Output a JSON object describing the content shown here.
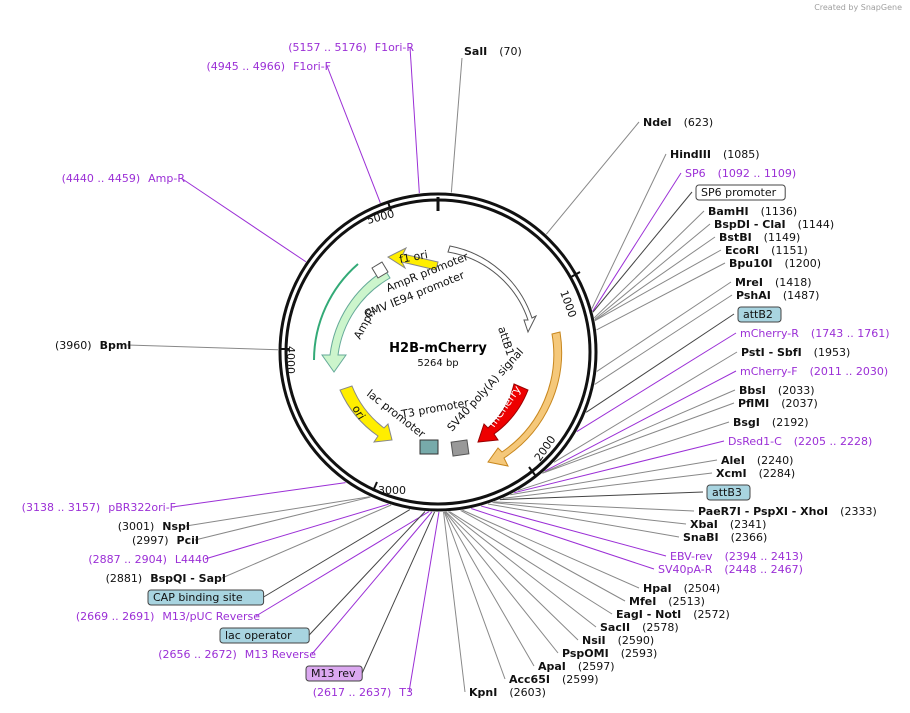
{
  "credit": "Created by SnapGene",
  "plasmid": {
    "name": "H2B-mCherry",
    "size": "5264 bp"
  },
  "ruler": [
    "1000",
    "2000",
    "3000",
    "4000",
    "5000"
  ],
  "features": [
    "f1 ori",
    "AmpR promoter",
    "CMV IE94 promoter",
    "AmpR",
    "ori",
    "lac promoter",
    "T3 promoter",
    "SV40 poly(A) signal",
    "mCherry",
    "attB1"
  ],
  "sites_left": [
    {
      "pre": "",
      "name": "SalI",
      "pos": "(70)",
      "kind": "enz"
    },
    {
      "pre": "(5157 .. 5176)",
      "name": "F1ori-R",
      "kind": "primer"
    },
    {
      "pre": "(4945 .. 4966)",
      "name": "F1ori-F",
      "kind": "primer"
    },
    {
      "pre": "(4440 .. 4459)",
      "name": "Amp-R",
      "kind": "primer"
    },
    {
      "pre": "(3960)",
      "name": "BpmI",
      "kind": "enz"
    },
    {
      "pre": "(3138 .. 3157)",
      "name": "pBR322ori-F",
      "kind": "primer"
    },
    {
      "pre": "(3001)",
      "name": "NspI",
      "kind": "enz"
    },
    {
      "pre": "(2997)",
      "name": "PciI",
      "kind": "enz"
    },
    {
      "pre": "(2887 .. 2904)",
      "name": "L4440",
      "kind": "primer"
    },
    {
      "pre": "(2881)",
      "name": "BspQI - SapI",
      "kind": "enz"
    },
    {
      "pre": "",
      "name": "CAP binding site",
      "kind": "box"
    },
    {
      "pre": "(2669 .. 2691)",
      "name": "M13/pUC Reverse",
      "kind": "primer"
    },
    {
      "pre": "",
      "name": "lac operator",
      "kind": "box"
    },
    {
      "pre": "(2656 .. 2672)",
      "name": "M13 Reverse",
      "kind": "primer"
    },
    {
      "pre": "",
      "name": "M13 rev",
      "kind": "boxp"
    },
    {
      "pre": "(2617 .. 2637)",
      "name": "T3",
      "kind": "primer"
    }
  ],
  "sites_right": [
    {
      "name": "NdeI",
      "pos": "(623)",
      "kind": "enz"
    },
    {
      "name": "HindIII",
      "pos": "(1085)",
      "kind": "enz"
    },
    {
      "name": "SP6",
      "pos": "(1092 .. 1109)",
      "kind": "primer"
    },
    {
      "name": "SP6 promoter",
      "pos": "",
      "kind": "boxw"
    },
    {
      "name": "BamHI",
      "pos": "(1136)",
      "kind": "enz"
    },
    {
      "name": "BspDI - ClaI",
      "pos": "(1144)",
      "kind": "enz"
    },
    {
      "name": "BstBI",
      "pos": "(1149)",
      "kind": "enz"
    },
    {
      "name": "EcoRI",
      "pos": "(1151)",
      "kind": "enz"
    },
    {
      "name": "Bpu10I",
      "pos": "(1200)",
      "kind": "enz"
    },
    {
      "name": "MreI",
      "pos": "(1418)",
      "kind": "enz"
    },
    {
      "name": "PshAI",
      "pos": "(1487)",
      "kind": "enz"
    },
    {
      "name": "attB2",
      "pos": "",
      "kind": "box"
    },
    {
      "name": "mCherry-R",
      "pos": "(1743 .. 1761)",
      "kind": "primer"
    },
    {
      "name": "PstI - SbfI",
      "pos": "(1953)",
      "kind": "enz"
    },
    {
      "name": "mCherry-F",
      "pos": "(2011 .. 2030)",
      "kind": "primer"
    },
    {
      "name": "BbsI",
      "pos": "(2033)",
      "kind": "enz"
    },
    {
      "name": "PflMI",
      "pos": "(2037)",
      "kind": "enz"
    },
    {
      "name": "BsgI",
      "pos": "(2192)",
      "kind": "enz"
    },
    {
      "name": "DsRed1-C",
      "pos": "(2205 .. 2228)",
      "kind": "primer"
    },
    {
      "name": "AleI",
      "pos": "(2240)",
      "kind": "enz"
    },
    {
      "name": "XcmI",
      "pos": "(2284)",
      "kind": "enz"
    },
    {
      "name": "attB3",
      "pos": "",
      "kind": "box"
    },
    {
      "name": "PaeR7I - PspXI - XhoI",
      "pos": "(2333)",
      "kind": "enz"
    },
    {
      "name": "XbaI",
      "pos": "(2341)",
      "kind": "enz"
    },
    {
      "name": "SnaBI",
      "pos": "(2366)",
      "kind": "enz"
    },
    {
      "name": "EBV-rev",
      "pos": "(2394 .. 2413)",
      "kind": "primer"
    },
    {
      "name": "SV40pA-R",
      "pos": "(2448 .. 2467)",
      "kind": "primer"
    },
    {
      "name": "HpaI",
      "pos": "(2504)",
      "kind": "enz"
    },
    {
      "name": "MfeI",
      "pos": "(2513)",
      "kind": "enz"
    },
    {
      "name": "EagI - NotI",
      "pos": "(2572)",
      "kind": "enz"
    },
    {
      "name": "SacII",
      "pos": "(2578)",
      "kind": "enz"
    },
    {
      "name": "NsiI",
      "pos": "(2590)",
      "kind": "enz"
    },
    {
      "name": "PspOMI",
      "pos": "(2593)",
      "kind": "enz"
    },
    {
      "name": "ApaI",
      "pos": "(2597)",
      "kind": "enz"
    },
    {
      "name": "Acc65I",
      "pos": "(2599)",
      "kind": "enz"
    },
    {
      "name": "KpnI",
      "pos": "(2603)",
      "kind": "enz"
    }
  ]
}
